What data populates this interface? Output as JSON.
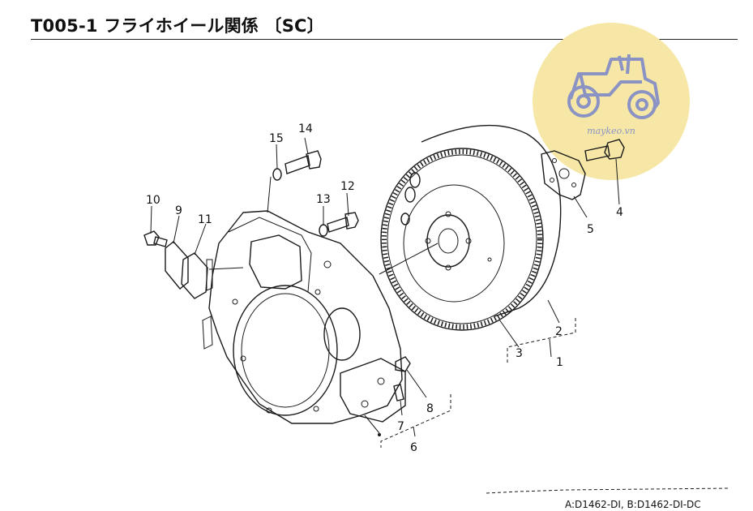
{
  "header": {
    "title": "T005-1 フライホイール関係 〔SC〕"
  },
  "footer": {
    "models": "A:D1462-DI,  B:D1462-DI-DC"
  },
  "watermark": {
    "text": "maykeo.vn",
    "icon": "tractor-icon",
    "colors": {
      "circle": "#f7e7a6",
      "icon": "#8a93c4"
    }
  },
  "callouts": {
    "c1": "1",
    "c2": "2",
    "c3": "3",
    "c4": "4",
    "c5": "5",
    "c6": "6",
    "c7": "7",
    "c8": "8",
    "c9": "9",
    "c10": "10",
    "c11": "11",
    "c12": "12",
    "c13": "13",
    "c14": "14",
    "c15": "15"
  }
}
